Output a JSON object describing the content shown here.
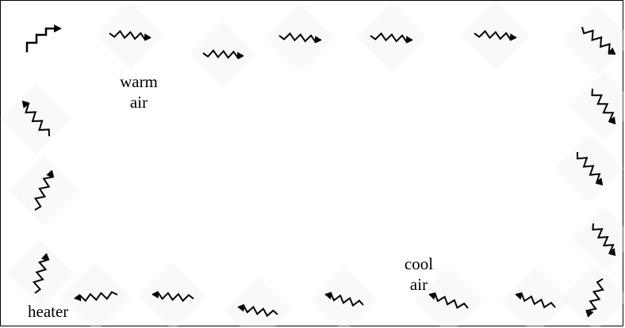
{
  "labels": {
    "warm": [
      "warm",
      "air"
    ],
    "cool": [
      "cool",
      "air"
    ],
    "heater": "heater"
  },
  "colors": {
    "arrow": "#000000",
    "halo": "#eeeeee",
    "background": "#ffffff"
  },
  "arrow_icon": "zigzag-arrow-icon",
  "flow": [
    "heater",
    "warm air",
    "cool air",
    "heater"
  ]
}
